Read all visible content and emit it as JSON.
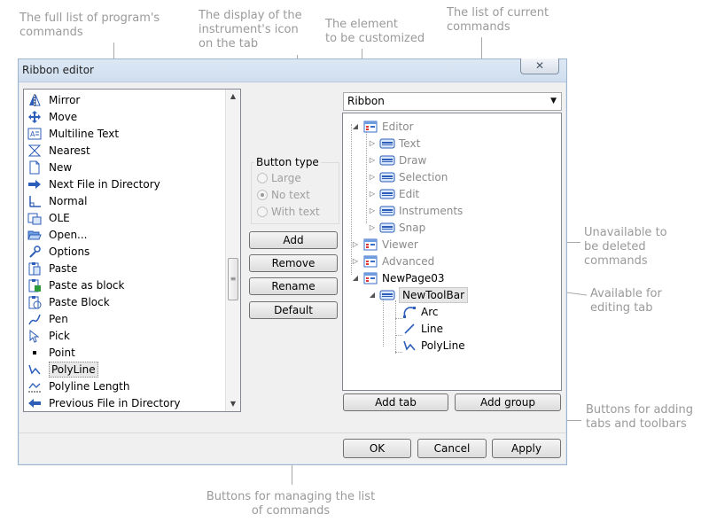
{
  "annotations": {
    "full_list": "The full list of program's\ncommands",
    "icon_display": "The display of the\ninstrument's icon\non the tab",
    "element": "The element\nto be customized",
    "current_list": "The list of current\ncommands",
    "unavailable": "Unavailable to\nbe deleted\ncommands",
    "available": "Available for\nediting tab",
    "adding_buttons": "Buttons for adding\ntabs and toolbars",
    "managing_buttons": "Buttons for managing the list\nof commands"
  },
  "dialog": {
    "title": "Ribbon editor",
    "close_glyph": "✕"
  },
  "commands": [
    {
      "label": "Mirror",
      "icon": "mirror-icon"
    },
    {
      "label": "Move",
      "icon": "move-icon"
    },
    {
      "label": "Multiline Text",
      "icon": "multiline-text-icon"
    },
    {
      "label": "Nearest",
      "icon": "nearest-icon"
    },
    {
      "label": "New",
      "icon": "new-document-icon"
    },
    {
      "label": "Next File in Directory",
      "icon": "arrow-right-icon"
    },
    {
      "label": "Normal",
      "icon": "normal-icon"
    },
    {
      "label": "OLE",
      "icon": "ole-icon"
    },
    {
      "label": "Open...",
      "icon": "open-folder-icon"
    },
    {
      "label": "Options",
      "icon": "options-wrench-icon"
    },
    {
      "label": "Paste",
      "icon": "paste-icon"
    },
    {
      "label": "Paste as block",
      "icon": "paste-block-icon"
    },
    {
      "label": "Paste Block",
      "icon": "paste-block-2-icon"
    },
    {
      "label": "Pen",
      "icon": "pen-icon"
    },
    {
      "label": "Pick",
      "icon": "pick-cursor-icon"
    },
    {
      "label": "Point",
      "icon": "point-icon"
    },
    {
      "label": "PolyLine",
      "icon": "polyline-icon",
      "selected": true
    },
    {
      "label": "Polyline Length",
      "icon": "polyline-length-icon"
    },
    {
      "label": "Previous File in Directory",
      "icon": "arrow-left-icon"
    }
  ],
  "button_type": {
    "title": "Button type",
    "options": [
      {
        "label": "Large",
        "checked": false
      },
      {
        "label": "No text",
        "checked": true
      },
      {
        "label": "With text",
        "checked": false
      }
    ]
  },
  "manage_buttons": {
    "add": "Add",
    "remove": "Remove",
    "rename": "Rename",
    "default": "Default"
  },
  "element_select": {
    "value": "Ribbon"
  },
  "tree": {
    "editor": "Editor",
    "text": "Text",
    "draw": "Draw",
    "selection": "Selection",
    "edit": "Edit",
    "instruments": "Instruments",
    "snap": "Snap",
    "viewer": "Viewer",
    "advanced": "Advanced",
    "newpage": "NewPage03",
    "newtoolbar": "NewToolBar",
    "arc": "Arc",
    "line": "Line",
    "polyline": "PolyLine"
  },
  "add_buttons": {
    "add_tab": "Add tab",
    "add_group": "Add group"
  },
  "footer": {
    "ok": "OK",
    "cancel": "Cancel",
    "apply": "Apply"
  }
}
